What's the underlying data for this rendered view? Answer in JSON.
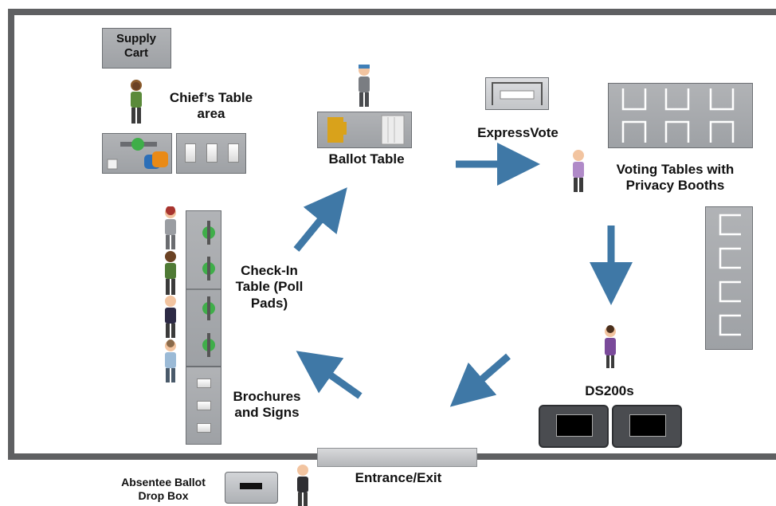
{
  "labels": {
    "supply_cart": "Supply Cart",
    "chiefs_table": "Chief’s Table area",
    "ballot_table": "Ballot Table",
    "expressvote": "ExpressVote",
    "voting_tables": "Voting Tables with Privacy Booths",
    "check_in": "Check-In Table (Poll Pads)",
    "brochures": "Brochures and Signs",
    "ds200s": "DS200s",
    "entrance": "Entrance/Exit",
    "absentee": "Absentee Ballot Drop Box"
  },
  "colors": {
    "wall": "#5f6062",
    "arrow": "#3f78a6",
    "table_gray": "#a9acb0",
    "poll_pad_green": "#3fae49",
    "ballot_yellow": "#d9a21b",
    "scanner_dark": "#4a4c50"
  },
  "icons": [
    "person-icon",
    "poll-pad-icon",
    "ballot-stack-icon",
    "scanner-icon",
    "privacy-booth-icon",
    "arrow-icon"
  ]
}
